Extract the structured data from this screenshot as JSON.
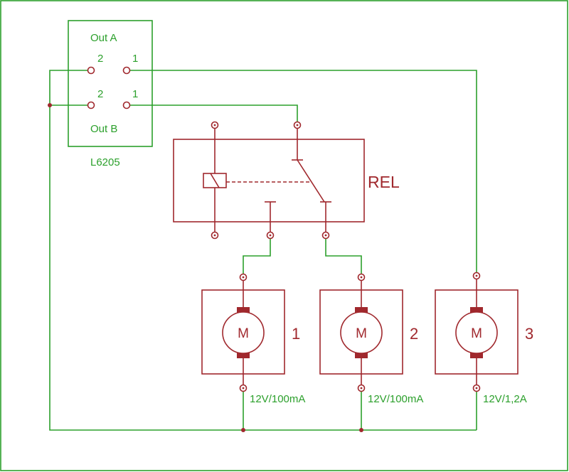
{
  "driver": {
    "out_a_label": "Out A",
    "out_b_label": "Out B",
    "pin_a2": "2",
    "pin_a1": "1",
    "pin_b2": "2",
    "pin_b1": "1",
    "chip_label": "L6205"
  },
  "relay": {
    "label": "REL"
  },
  "motors": [
    {
      "symbol": "M",
      "number": "1",
      "rating": "12V/100mA"
    },
    {
      "symbol": "M",
      "number": "2",
      "rating": "12V/100mA"
    },
    {
      "symbol": "M",
      "number": "3",
      "rating": "12V/1,2A"
    }
  ],
  "colors": {
    "wire": "#2ca02c",
    "component": "#a0282d",
    "background": "#ffffff"
  }
}
